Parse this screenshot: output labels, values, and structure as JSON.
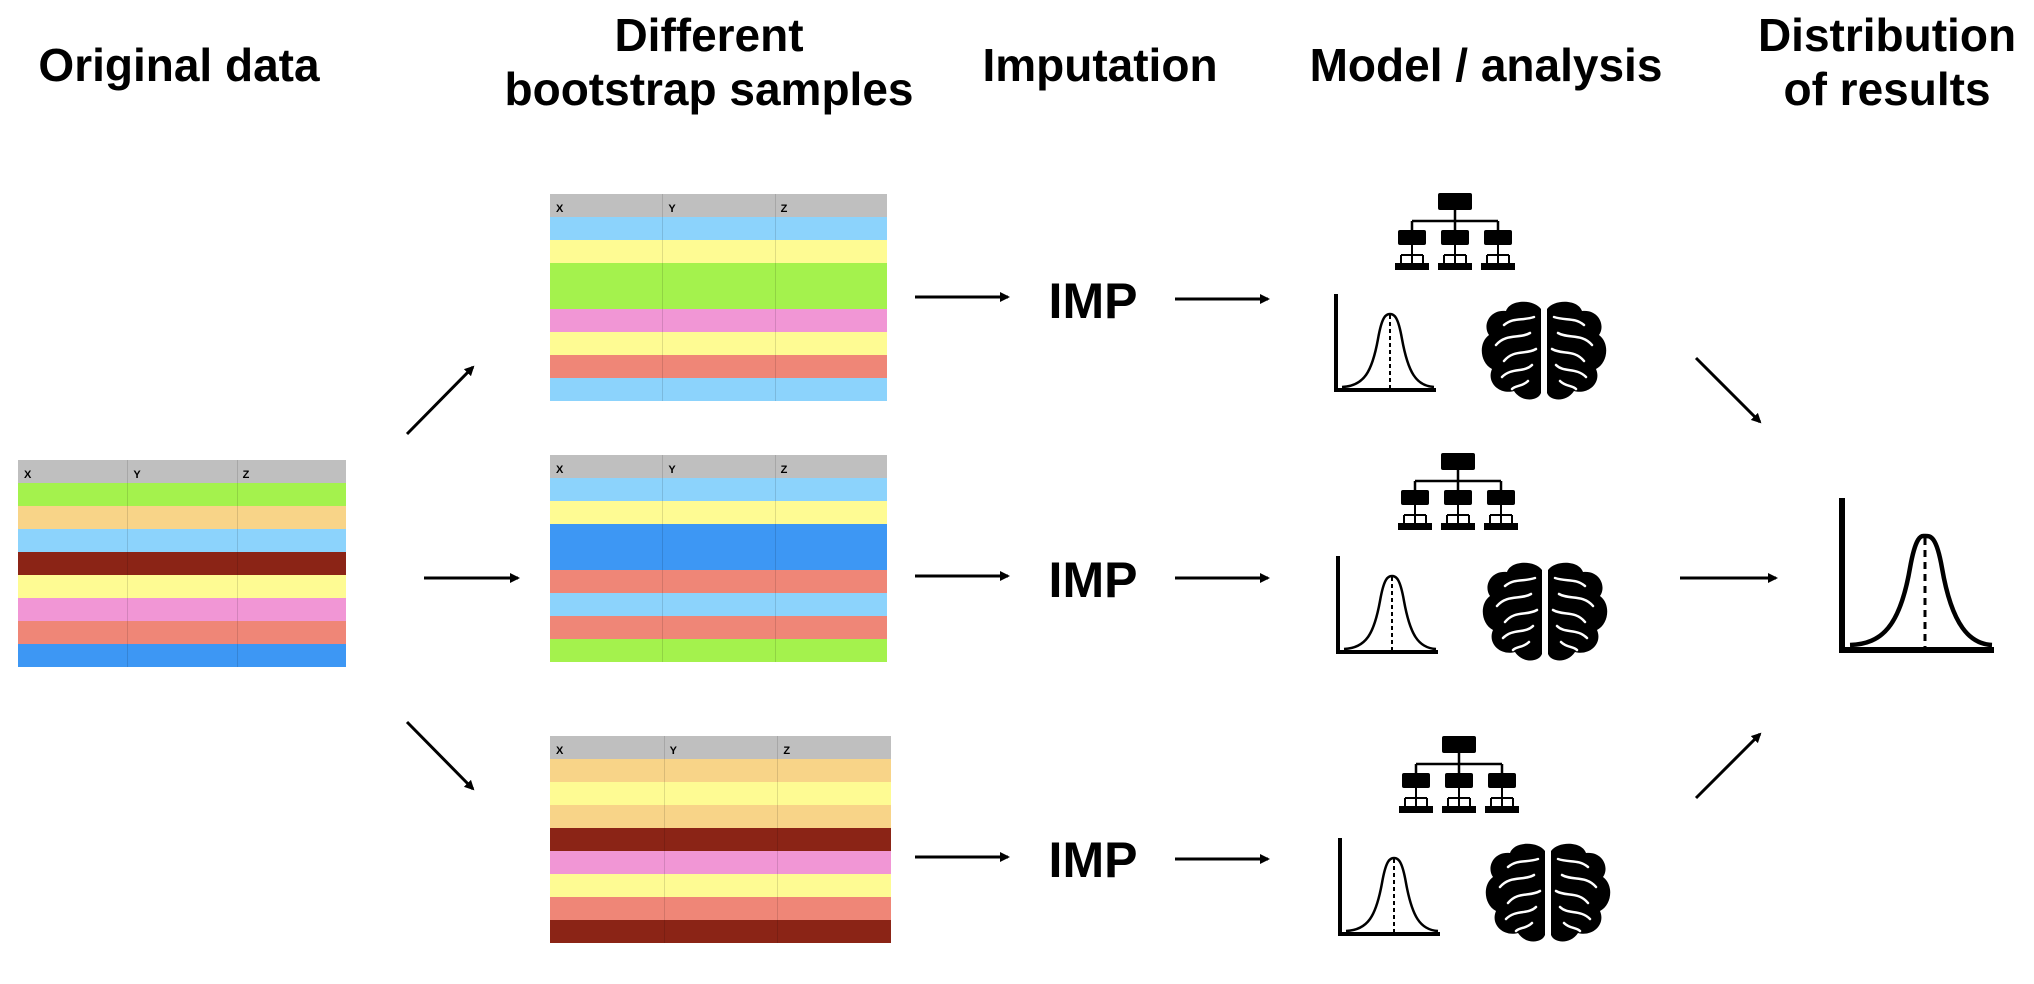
{
  "headers": {
    "original": "Original data",
    "bootstrap_line1": "Different",
    "bootstrap_line2": "bootstrap samples",
    "imputation": "Imputation",
    "model": "Model / analysis",
    "distribution_line1": "Distribution",
    "distribution_line2": "of results"
  },
  "colors": {
    "green": "#a4f24d",
    "orange": "#f8d488",
    "lightblue": "#8cd3fc",
    "darkred": "#8b2416",
    "yellow": "#fefb93",
    "pink": "#f196d5",
    "salmon": "#ef8677",
    "blue": "#3d97f4",
    "header_gray": "#bfbfbf"
  },
  "tables": {
    "columns": [
      "X",
      "Y",
      "Z"
    ],
    "original": [
      "green",
      "orange",
      "lightblue",
      "darkred",
      "yellow",
      "pink",
      "salmon",
      "blue"
    ],
    "sample1": [
      "lightblue",
      "yellow",
      "green",
      "green",
      "pink",
      "yellow",
      "salmon",
      "lightblue"
    ],
    "sample2": [
      "lightblue",
      "yellow",
      "blue",
      "blue",
      "salmon",
      "lightblue",
      "salmon",
      "green"
    ],
    "sample3": [
      "orange",
      "yellow",
      "orange",
      "darkred",
      "pink",
      "yellow",
      "salmon",
      "darkred"
    ]
  },
  "imputation_label": "IMP",
  "icons": [
    "decision-tree-icon",
    "normal-curve-icon",
    "brain-icon",
    "result-distribution-icon"
  ]
}
